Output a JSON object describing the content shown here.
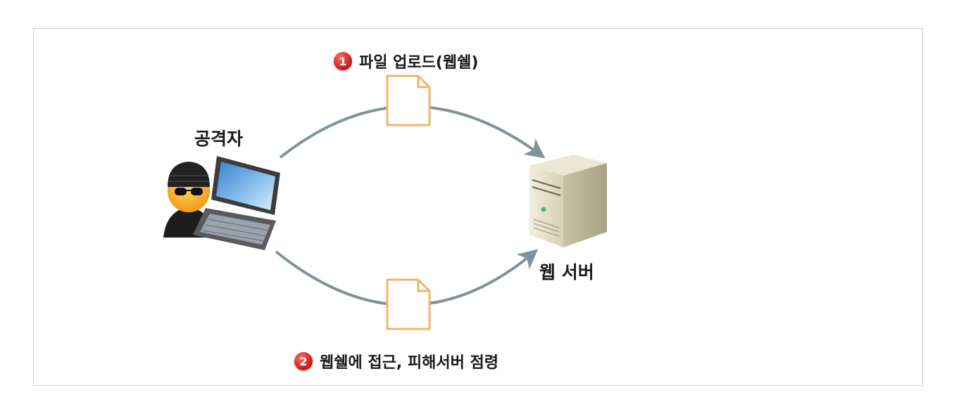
{
  "steps": [
    {
      "number": "1",
      "label": "파일 업로드(웹쉘)"
    },
    {
      "number": "2",
      "label": "웹쉘에 접근, 피해서버 점령"
    }
  ],
  "nodes": {
    "attacker": {
      "label": "공격자"
    },
    "server": {
      "label": "웹 서버"
    }
  },
  "colors": {
    "arrow": "#7f939c",
    "file_stroke": "#f0b46a",
    "badge": "#d2201f",
    "border": "#c9c9c9"
  }
}
